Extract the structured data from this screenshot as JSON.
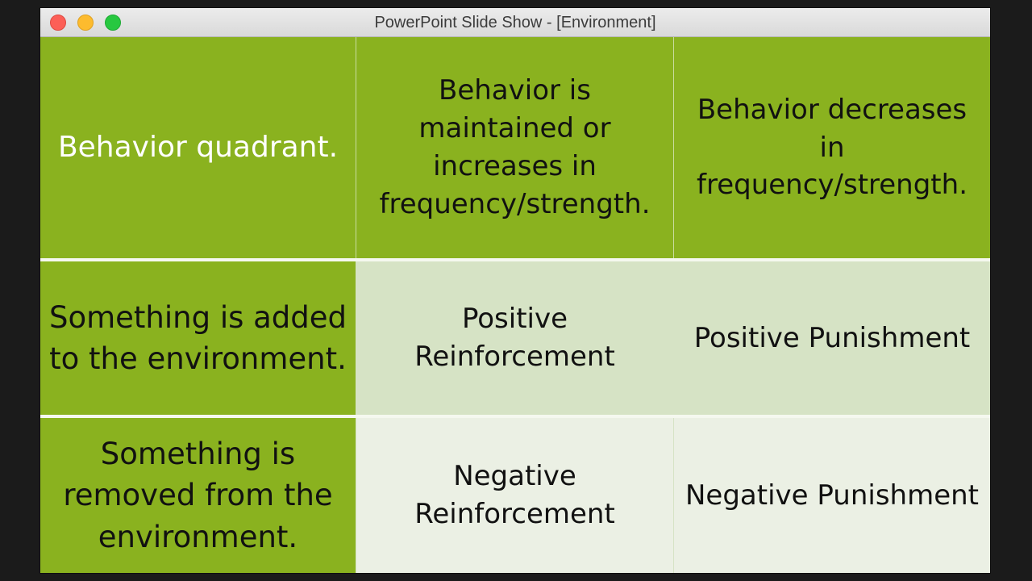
{
  "window": {
    "title": "PowerPoint Slide Show - [Environment]"
  },
  "table": {
    "header": [
      "Behavior quadrant.",
      "Behavior is maintained or increases in frequency/strength.",
      "Behavior decreases in frequency/strength."
    ],
    "rows": [
      {
        "label": "Something is added to the environment.",
        "cells": [
          "Positive Reinforcement",
          "Positive Punishment"
        ]
      },
      {
        "label": "Something is removed from the environment.",
        "cells": [
          "Negative Reinforcement",
          "Negative Punishment"
        ]
      }
    ]
  },
  "colors": {
    "accent_green": "#8ab21f",
    "light_green": "#d6e3c5",
    "pale_green": "#ebf0e4"
  }
}
